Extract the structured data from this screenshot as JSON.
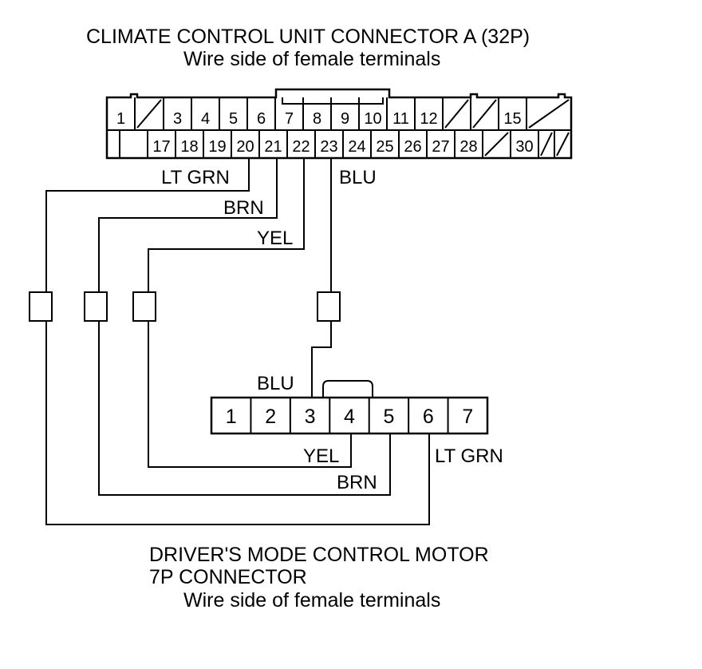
{
  "top_connector": {
    "title": "CLIMATE CONTROL UNIT CONNECTOR A (32P)",
    "subtitle": "Wire side of female terminals",
    "row1": [
      "1",
      "",
      "3",
      "4",
      "5",
      "6",
      "7",
      "8",
      "9",
      "10",
      "11",
      "12",
      "",
      "",
      "15",
      ""
    ],
    "row2": [
      "",
      "17",
      "18",
      "19",
      "20",
      "21",
      "22",
      "23",
      "24",
      "25",
      "26",
      "27",
      "28",
      "",
      "30",
      "",
      ""
    ]
  },
  "bottom_connector": {
    "title_line1": "DRIVER'S MODE CONTROL MOTOR",
    "title_line2": "7P CONNECTOR",
    "subtitle": "Wire side of female terminals",
    "pins": [
      "1",
      "2",
      "3",
      "4",
      "5",
      "6",
      "7"
    ]
  },
  "wires": {
    "lt_grn": "LT GRN",
    "brn": "BRN",
    "yel": "YEL",
    "blu": "BLU"
  }
}
